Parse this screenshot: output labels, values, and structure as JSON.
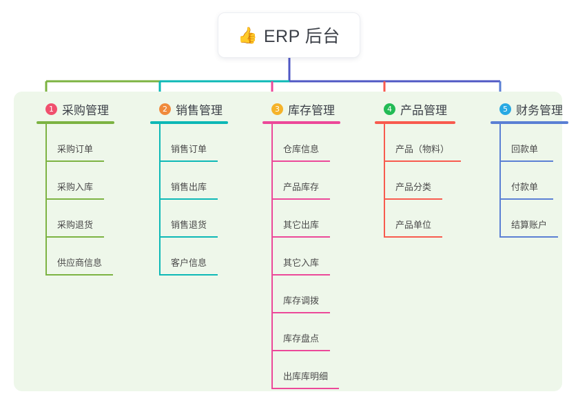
{
  "root": {
    "emoji": "👍",
    "icon_name": "thumbs-up-icon",
    "title": "ERP 后台"
  },
  "theme": {
    "panel_bg": "#eef7ea",
    "page_bg": "#ffffff",
    "trunk_color": "#4f57c4",
    "text_color": "#3c4048"
  },
  "branches": [
    {
      "number": "1",
      "title": "采购管理",
      "badge_color": "#f0506e",
      "line_color": "#7cb342",
      "header_rule_width": 113,
      "items": [
        {
          "label": "采购订单",
          "rule_width": 85
        },
        {
          "label": "采购入库",
          "rule_width": 85
        },
        {
          "label": "采购退货",
          "rule_width": 85
        },
        {
          "label": "供应商信息",
          "rule_width": 98
        }
      ]
    },
    {
      "number": "2",
      "title": "销售管理",
      "badge_color": "#f08a3c",
      "line_color": "#0cb8b6",
      "header_rule_width": 113,
      "items": [
        {
          "label": "销售订单",
          "rule_width": 85
        },
        {
          "label": "销售出库",
          "rule_width": 85
        },
        {
          "label": "销售退货",
          "rule_width": 85
        },
        {
          "label": "客户信息",
          "rule_width": 85
        }
      ]
    },
    {
      "number": "3",
      "title": "库存管理",
      "badge_color": "#f5b32a",
      "line_color": "#ec4899",
      "header_rule_width": 113,
      "items": [
        {
          "label": "仓库信息",
          "rule_width": 85
        },
        {
          "label": "产品库存",
          "rule_width": 85
        },
        {
          "label": "其它出库",
          "rule_width": 85
        },
        {
          "label": "其它入库",
          "rule_width": 85
        },
        {
          "label": "库存调拨",
          "rule_width": 85
        },
        {
          "label": "库存盘点",
          "rule_width": 85
        },
        {
          "label": "出库库明细",
          "rule_width": 98
        }
      ]
    },
    {
      "number": "4",
      "title": "产品管理",
      "badge_color": "#22bb55",
      "line_color": "#f85a4e",
      "header_rule_width": 117,
      "items": [
        {
          "label": "产品（物料）",
          "rule_width": 112
        },
        {
          "label": "产品分类",
          "rule_width": 85
        },
        {
          "label": "产品单位",
          "rule_width": 85
        }
      ]
    },
    {
      "number": "5",
      "title": "财务管理",
      "badge_color": "#27a9e3",
      "line_color": "#5a7fd4",
      "header_rule_width": 113,
      "items": [
        {
          "label": "回款单",
          "rule_width": 78
        },
        {
          "label": "付款单",
          "rule_width": 78
        },
        {
          "label": "结算账户",
          "rule_width": 85
        }
      ]
    }
  ]
}
